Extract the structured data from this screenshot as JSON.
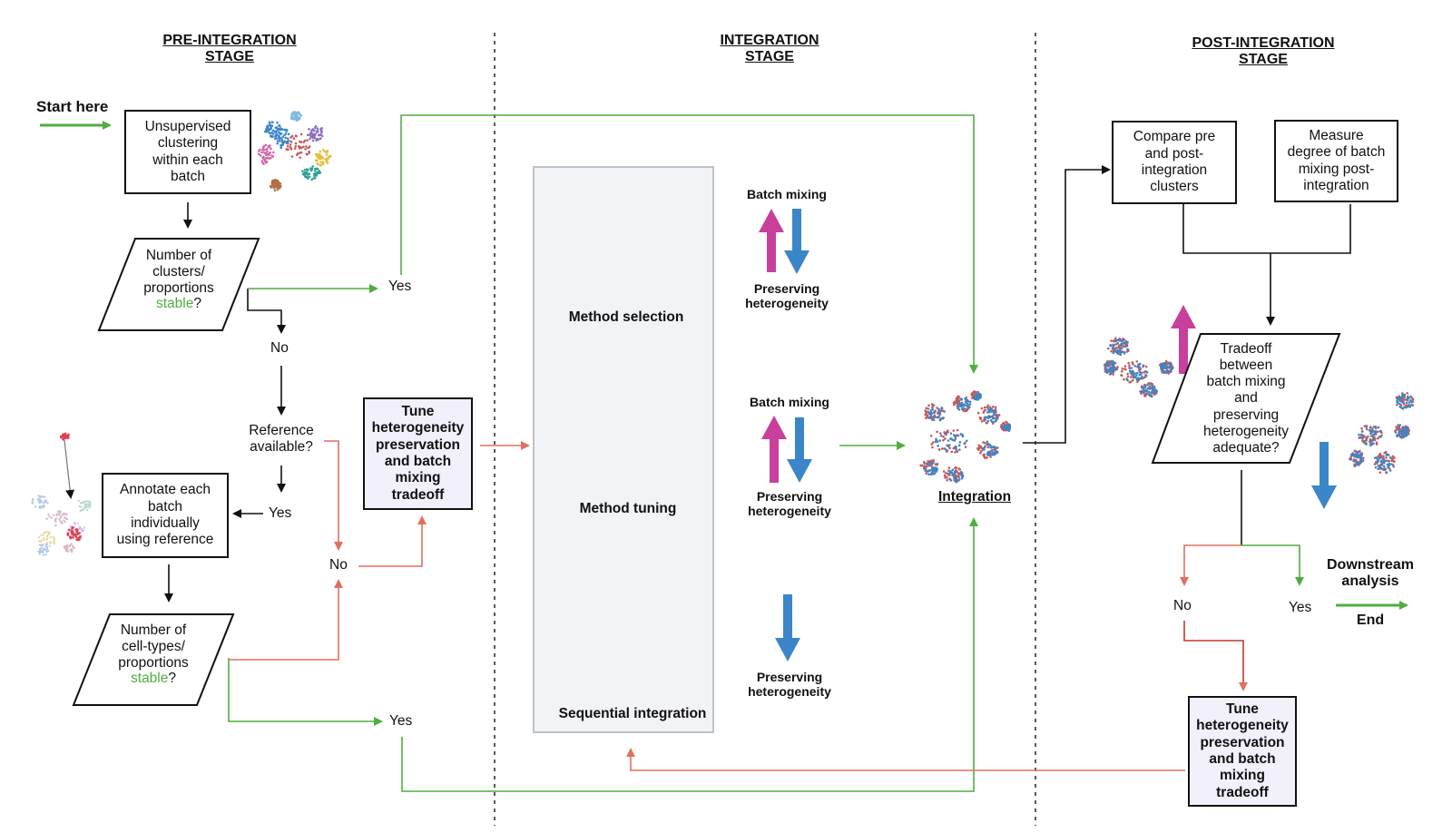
{
  "headers": {
    "pre": [
      "PRE-INTEGRATION",
      "STAGE"
    ],
    "integration": [
      "INTEGRATION",
      "STAGE"
    ],
    "post": [
      "POST-INTEGRATION",
      "STAGE"
    ]
  },
  "pre": {
    "start": "Start here",
    "clustering": [
      "Unsupervised",
      "clustering",
      "within each",
      "batch"
    ],
    "q_clusters": [
      "Number of",
      "clusters/",
      "proportions"
    ],
    "stable": "stable",
    "qmark": "?",
    "yes": "Yes",
    "no": "No",
    "reference": [
      "Reference",
      "available?"
    ],
    "annotate": [
      "Annotate each",
      "batch",
      "individually",
      "using reference"
    ],
    "q_celltypes": [
      "Number of",
      "cell-types/",
      "proportions"
    ]
  },
  "tune": [
    "Tune",
    "heterogeneity",
    "preservation",
    "and batch",
    "mixing",
    "tradeoff"
  ],
  "integration": {
    "method_selection": "Method selection",
    "method_tuning": "Method tuning",
    "sequential": "Sequential integration",
    "batch_mixing": "Batch mixing",
    "preserving": [
      "Preserving",
      "heterogeneity"
    ],
    "integration": "Integration"
  },
  "post": {
    "compare": [
      "Compare pre",
      "and post-",
      "integration",
      "clusters"
    ],
    "measure": [
      "Measure",
      "degree of batch",
      "mixing post-",
      "integration"
    ],
    "tradeoff": [
      "Tradeoff",
      "between",
      "batch mixing",
      "and",
      "preserving",
      "heterogeneity",
      "adequate?"
    ],
    "no": "No",
    "yes": "Yes",
    "downstream": [
      "Downstream",
      "analysis"
    ],
    "end": "End"
  },
  "colors": {
    "green": "#4fae3f",
    "red": "#e07060",
    "magenta": "#c8409b",
    "blue": "#3a86c8",
    "teal": "#1f8f8a",
    "gear": "#9b1b1b",
    "tune_bg": "#f1f0fb"
  }
}
